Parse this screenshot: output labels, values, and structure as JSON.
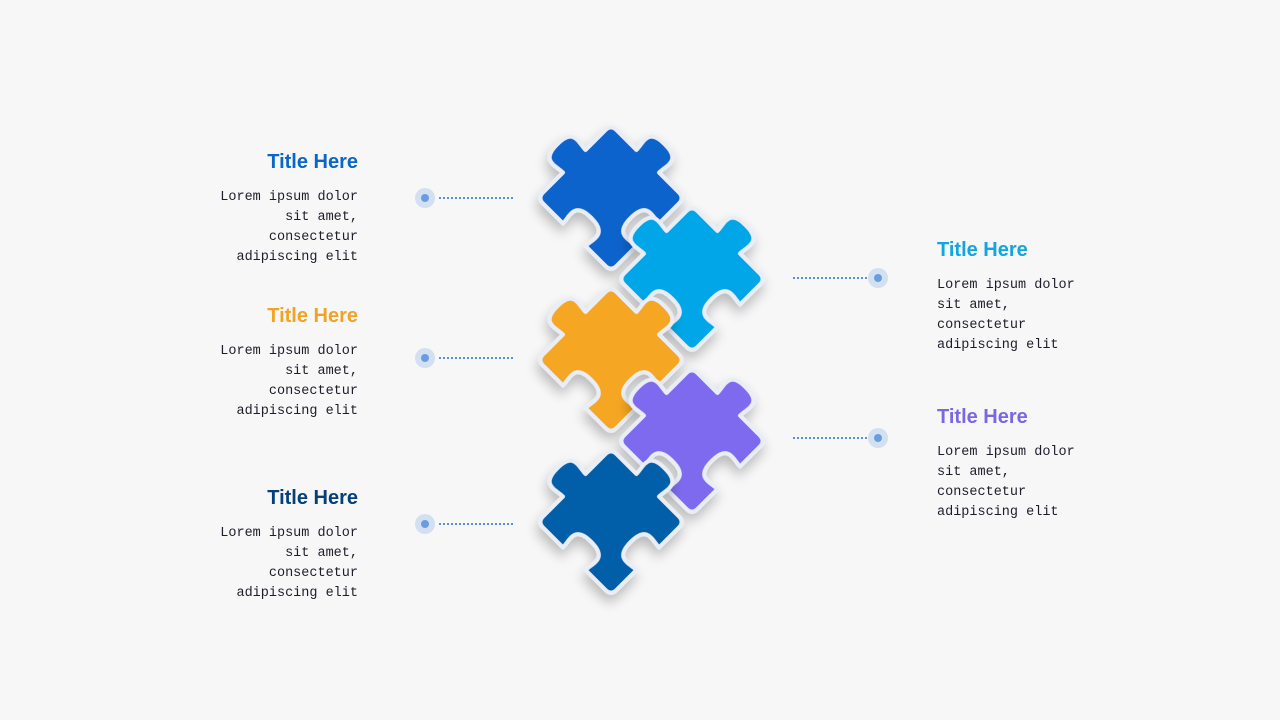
{
  "items": [
    {
      "title": "Title Here",
      "body": "Lorem ipsum dolor\nsit amet,\nconsectetur\nadipiscing elit",
      "color": "#0a66c7"
    },
    {
      "title": "Title Here",
      "body": "Lorem ipsum dolor\nsit amet,\nconsectetur\nadipiscing elit",
      "color": "#f2a325"
    },
    {
      "title": "Title Here",
      "body": "Lorem ipsum dolor\nsit amet,\nconsectetur\nadipiscing elit",
      "color": "#073f7a"
    },
    {
      "title": "Title Here",
      "body": "Lorem ipsum dolor\nsit amet,\nconsectetur\nadipiscing elit",
      "color": "#12a5e0"
    },
    {
      "title": "Title Here",
      "body": "Lorem ipsum dolor\nsit amet,\nconsectetur\nadipiscing elit",
      "color": "#7d67e0"
    }
  ],
  "pieces": [
    {
      "color": "#0a63cc"
    },
    {
      "color": "#03a6e8"
    },
    {
      "color": "#f5a623"
    },
    {
      "color": "#7d6bef"
    },
    {
      "color": "#025ea8"
    }
  ]
}
